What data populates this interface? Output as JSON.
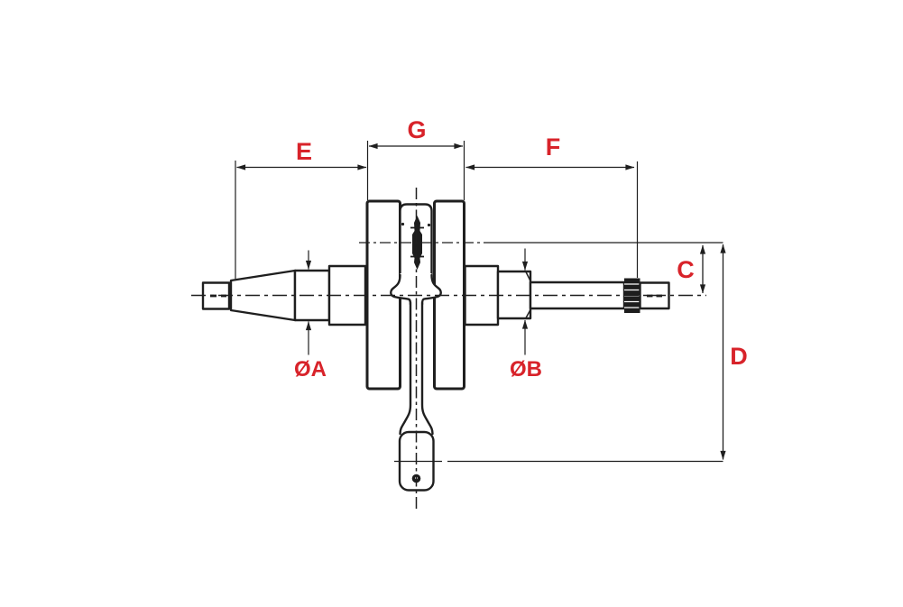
{
  "diagram": {
    "labels": {
      "e": "E",
      "g": "G",
      "f": "F",
      "c": "C",
      "d": "D",
      "dia_a": "ØA",
      "dia_b": "ØB"
    },
    "colors": {
      "label_red": "#d8232a",
      "line": "#1f1f1f",
      "background": "#ffffff"
    }
  }
}
